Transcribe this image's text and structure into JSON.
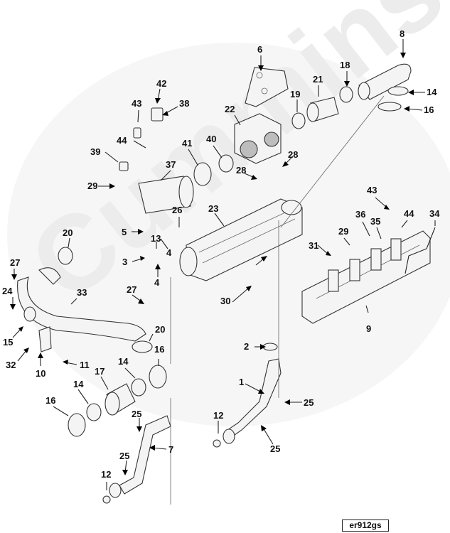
{
  "watermark": {
    "text": "Cummins"
  },
  "drawing_code": "er912gs",
  "callouts": [
    "1",
    "2",
    "3",
    "4",
    "4",
    "5",
    "6",
    "7",
    "8",
    "9",
    "10",
    "11",
    "12",
    "12",
    "13",
    "14",
    "14",
    "14",
    "15",
    "16",
    "16",
    "16",
    "17",
    "18",
    "19",
    "20",
    "20",
    "21",
    "22",
    "23",
    "24",
    "25",
    "25",
    "25",
    "25",
    "26",
    "27",
    "27",
    "28",
    "28",
    "29",
    "29",
    "30",
    "31",
    "32",
    "33",
    "34",
    "35",
    "36",
    "37",
    "38",
    "39",
    "40",
    "41",
    "42",
    "43",
    "43",
    "44",
    "44"
  ]
}
